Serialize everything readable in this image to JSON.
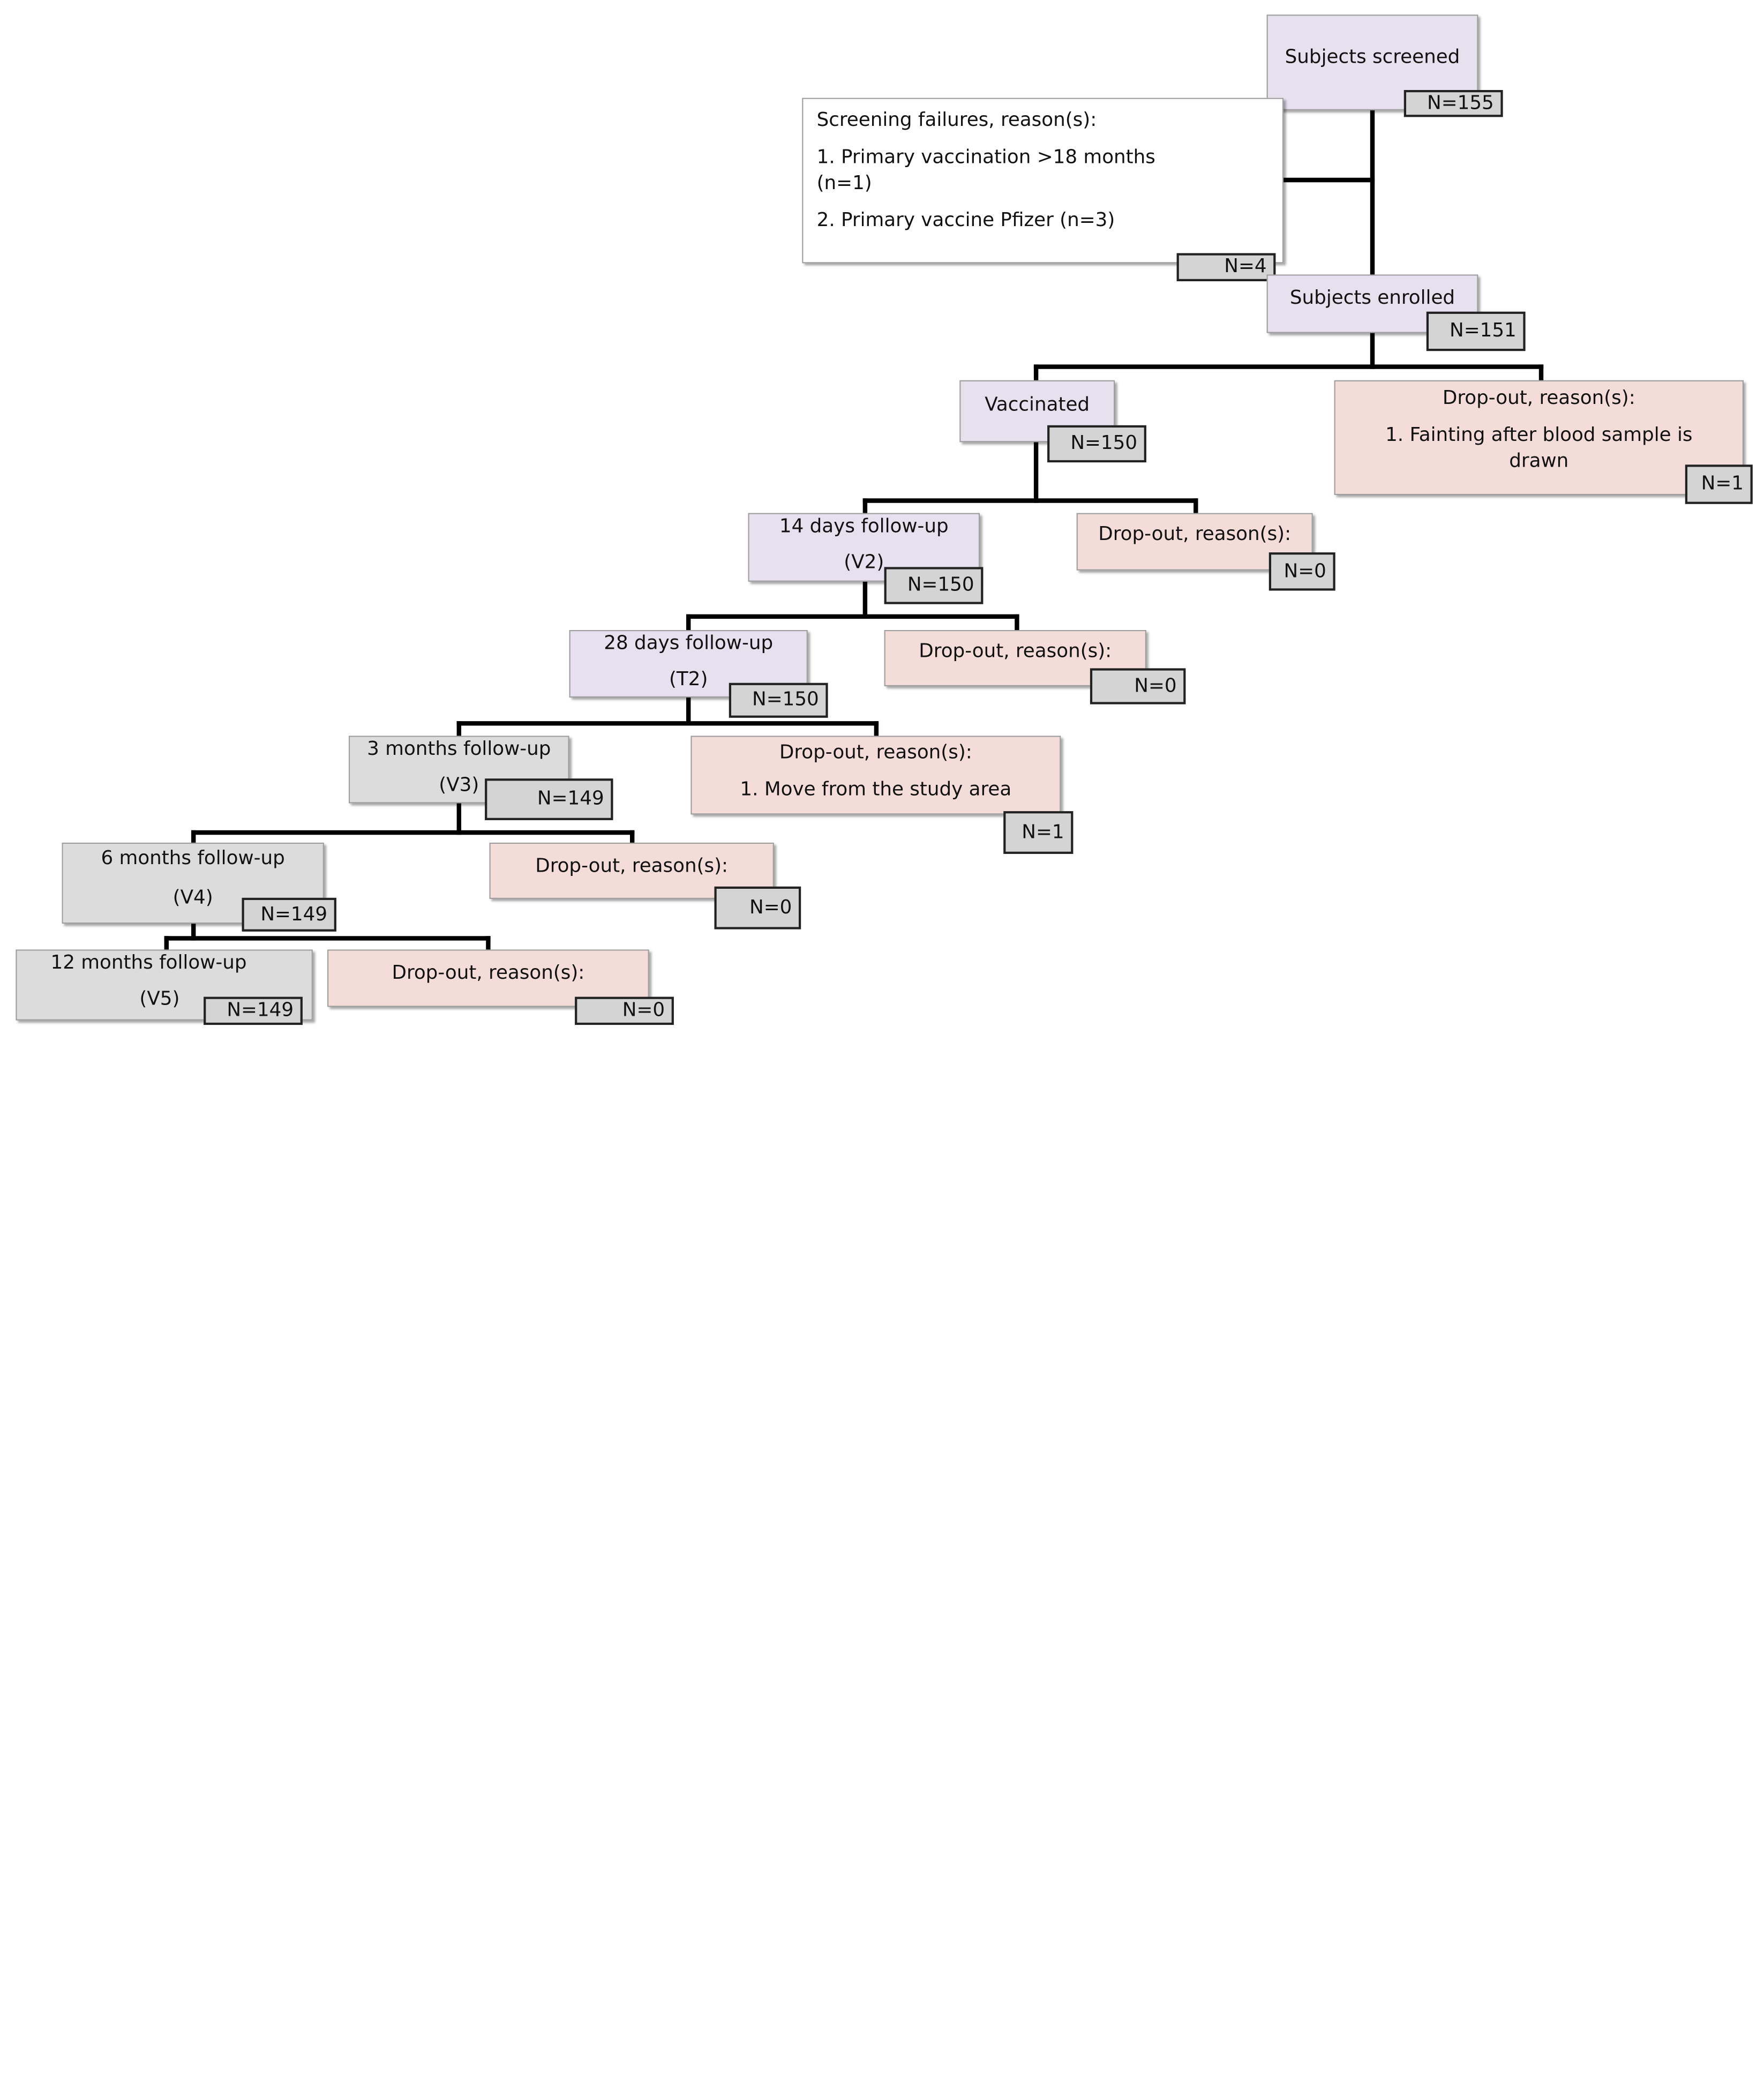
{
  "screened": {
    "title": "Subjects screened",
    "n": "N=155"
  },
  "screening_failures": {
    "title": "Screening failures, reason(s):",
    "reason1": "1. Primary vaccination >18 months",
    "reason1_cont": "(n=1)",
    "reason2": "2. Primary vaccine Pfizer (n=3)",
    "n": "N=4"
  },
  "enrolled": {
    "title": "Subjects enrolled",
    "n": "N=151"
  },
  "vaccinated": {
    "title": "Vaccinated",
    "n": "N=150"
  },
  "dropout_enrolled": {
    "title": "Drop-out, reason(s):",
    "reason1": "1. Fainting after blood sample is drawn",
    "n": "N=1"
  },
  "followup_14d": {
    "title": "14 days follow-up",
    "code": "(V2)",
    "n": "N=150"
  },
  "dropout_14d": {
    "title": "Drop-out, reason(s):",
    "n": "N=0"
  },
  "followup_28d": {
    "title": "28 days follow-up",
    "code": "(T2)",
    "n": "N=150"
  },
  "dropout_28d": {
    "title": "Drop-out, reason(s):",
    "n": "N=0"
  },
  "followup_3m": {
    "title": "3 months follow-up",
    "code": "(V3)",
    "n": "N=149"
  },
  "dropout_3m": {
    "title": "Drop-out, reason(s):",
    "reason1": "1. Move from the study area",
    "n": "N=1"
  },
  "followup_6m": {
    "title": "6 months follow-up",
    "code": "(V4)",
    "n": "N=149"
  },
  "dropout_6m": {
    "title": "Drop-out, reason(s):",
    "n": "N=0"
  },
  "followup_12m": {
    "title": "12 months follow-up",
    "code": "(V5)",
    "n": "N=149"
  },
  "dropout_12m": {
    "title": "Drop-out, reason(s):",
    "n": "N=0"
  },
  "colors": {
    "purple_fill": "#e6e0ef",
    "pink_fill": "#f4dcd8",
    "grey_fill": "#dcdcdc",
    "count_fill": "#d4d4d4",
    "connector": "#000000"
  }
}
